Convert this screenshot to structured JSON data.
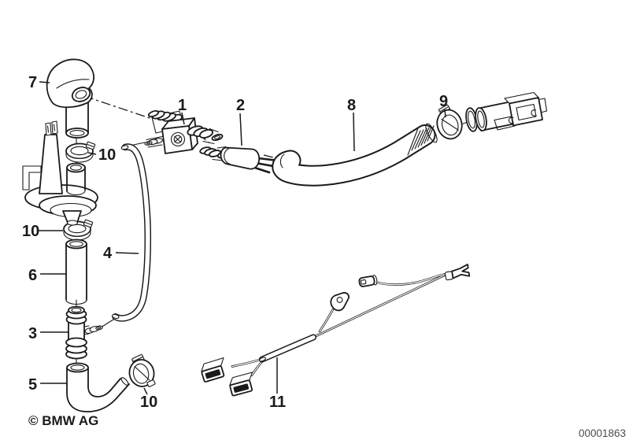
{
  "colors": {
    "background": "#ffffff",
    "ink": "#1a1a1a",
    "plate_number_color": "#4d4d4d"
  },
  "callouts": {
    "c7": {
      "text": "7"
    },
    "c1": {
      "text": "1"
    },
    "c2": {
      "text": "2"
    },
    "c8": {
      "text": "8"
    },
    "c9": {
      "text": "9"
    },
    "c10a": {
      "text": "10"
    },
    "c10b": {
      "text": "10"
    },
    "c10c": {
      "text": "10"
    },
    "c4": {
      "text": "4"
    },
    "c6": {
      "text": "6"
    },
    "c3": {
      "text": "3"
    },
    "c5": {
      "text": "5"
    },
    "c11": {
      "text": "11"
    }
  },
  "footer": {
    "copyright": "© BMW AG",
    "plate_number": "00001863"
  }
}
